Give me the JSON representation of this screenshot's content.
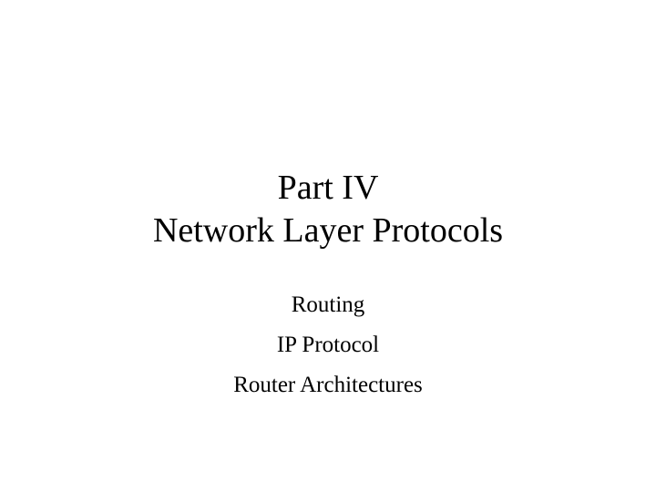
{
  "slide": {
    "title_lines": [
      "Part IV",
      "Network Layer Protocols"
    ],
    "subtitle_items": [
      "Routing",
      "IP Protocol",
      "Router Architectures"
    ]
  }
}
